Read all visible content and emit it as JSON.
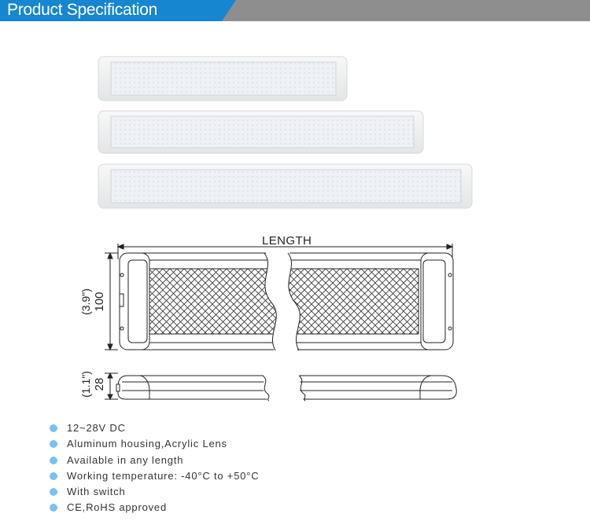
{
  "header": {
    "title": "Product Specification"
  },
  "drawing": {
    "length_label": "LENGTH",
    "height_mm": "100",
    "height_in": "(3.9\")",
    "depth_mm": "28",
    "depth_in": "(1.1\")"
  },
  "specs": [
    "12~28V DC",
    "Aluminum housing,Acrylic Lens",
    "Available in any length",
    "Working temperature: -40°C to +50°C",
    "With switch",
    "CE,RoHS approved"
  ],
  "colors": {
    "accent": "#1686d0",
    "header_gray": "#8e8e8e",
    "bullet": "#7cc1ea"
  }
}
